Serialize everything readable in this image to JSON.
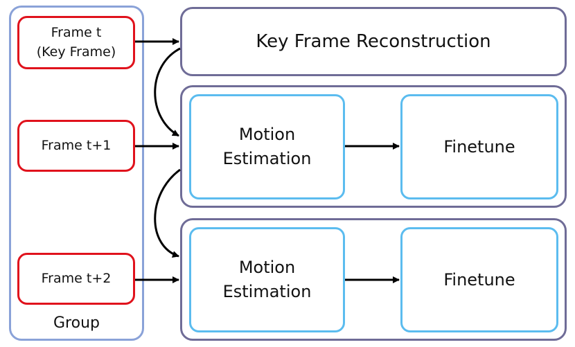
{
  "group": {
    "label": "Group",
    "frames": [
      {
        "line1": "Frame t",
        "line2": "(Key Frame)"
      },
      {
        "line1": "Frame t+1"
      },
      {
        "line1": "Frame t+2"
      }
    ]
  },
  "key_frame": {
    "label": "Key Frame Reconstruction"
  },
  "stages": [
    {
      "motion_line1": "Motion",
      "motion_line2": "Estimation",
      "finetune": "Finetune"
    },
    {
      "motion_line1": "Motion",
      "motion_line2": "Estimation",
      "finetune": "Finetune"
    }
  ],
  "colors": {
    "group_border": "#8aa2d8",
    "frame_border": "#e0121c",
    "stage_border": "#6f6c97",
    "module_border": "#5bbcef",
    "arrow": "#000000"
  }
}
